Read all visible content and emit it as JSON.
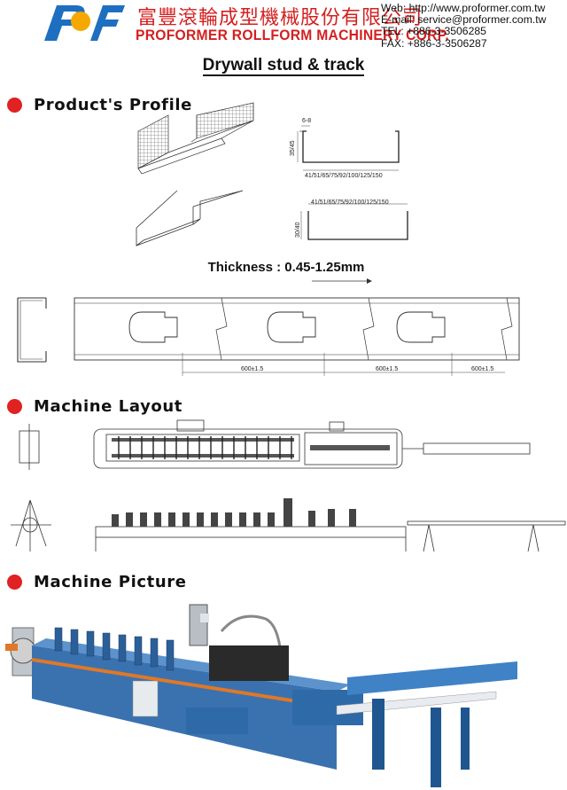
{
  "header": {
    "company_cn": "富豐滾輪成型機械股份有限公司",
    "company_en": "PROFORMER ROLLFORM MACHINERY CORP.",
    "web": "Web: http://www.proformer.com.tw",
    "email": "E-mail: service@proformer.com.tw",
    "tel": "TEL: +886-3-3506285",
    "fax": "FAX: +886-3-3506287",
    "logo_icon": "pf-logo-icon",
    "brand_blue": "#1e6fc0",
    "brand_yellow": "#f5a900",
    "brand_red": "#d42020"
  },
  "title": "Drywall stud & track",
  "sections": {
    "profile": "Product's Profile",
    "layout": "Machine Layout",
    "picture": "Machine Picture"
  },
  "profile": {
    "thickness": "Thickness : 0.45-1.25mm",
    "stud_flange": "6-8",
    "stud_height": "35/45",
    "stud_widths": "41/51/65/75/92/100/125/150",
    "track_widths": "41/51/65/75/92/100/125/150",
    "track_height": "30/40",
    "hole_pitch_1": "600±1.5",
    "hole_pitch_2": "600±1.5",
    "hole_pitch_3": "600±1.5"
  },
  "accent_color": "#e02222"
}
